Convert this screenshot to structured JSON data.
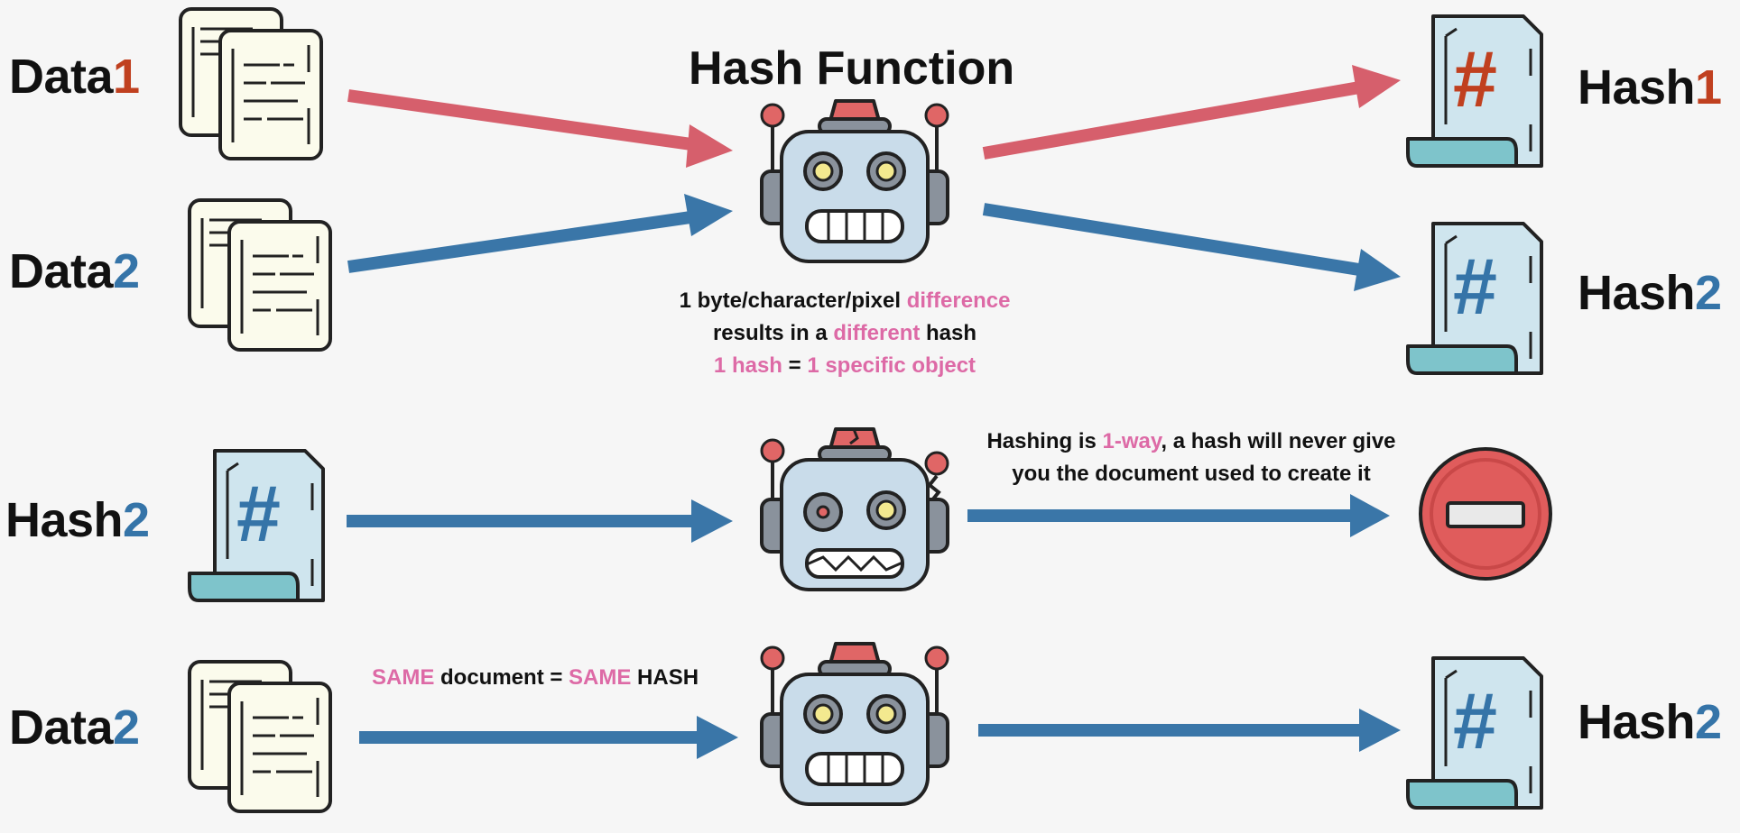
{
  "title": "Hash Function",
  "rows": {
    "row1": {
      "data1": {
        "word": "Data",
        "num": "1"
      },
      "data2": {
        "word": "Data",
        "num": "2"
      },
      "hash1": {
        "word": "Hash",
        "num": "1",
        "symbol": "#"
      },
      "hash2": {
        "word": "Hash",
        "num": "2",
        "symbol": "#"
      },
      "caption": {
        "line1_a": "1 byte/character/pixel ",
        "line1_b": "difference",
        "line2_a": "results in a ",
        "line2_b": "different",
        "line2_c": " hash",
        "line3_a": "1 hash",
        "line3_b": " = ",
        "line3_c": "1 specific object"
      }
    },
    "row2": {
      "hash2": {
        "word": "Hash",
        "num": "2",
        "symbol": "#"
      },
      "caption": {
        "line1_a": "Hashing is ",
        "line1_b": "1-way",
        "line1_c": ", a hash will never give",
        "line2": "you the document used to create it"
      }
    },
    "row3": {
      "data2": {
        "word": "Data",
        "num": "2"
      },
      "hash2": {
        "word": "Hash",
        "num": "2",
        "symbol": "#"
      },
      "caption": {
        "a": "SAME",
        "b": " document = ",
        "c": "SAME",
        "d": " HASH"
      }
    }
  },
  "colors": {
    "red_arrow": "#d65f6c",
    "blue_arrow": "#3a76a8",
    "pink_text": "#dd6aa6",
    "num_red": "#c0401f",
    "num_blue": "#3574a8",
    "robot_body": "#c9dcea",
    "doc_paper": "#fbfbec",
    "hash_paper": "#cfe5ee",
    "hash_base": "#7ec4cb",
    "no_sign": "#e05c5c"
  },
  "icons": [
    "document-stack-icon",
    "robot-icon",
    "hash-scroll-icon",
    "no-entry-icon",
    "arrow-icon"
  ]
}
